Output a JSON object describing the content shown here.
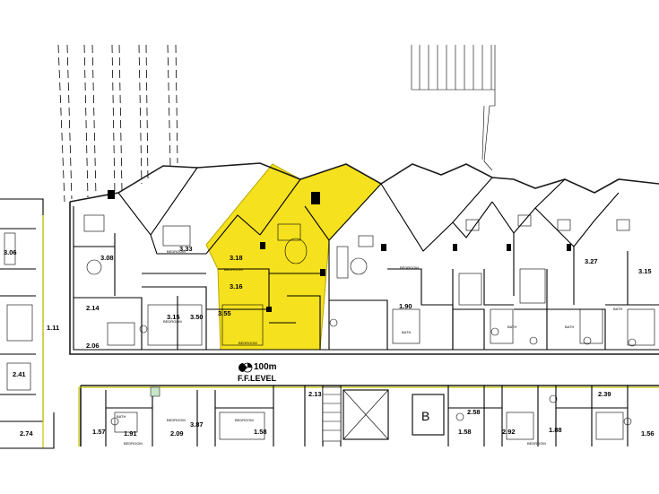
{
  "level": {
    "elevation": "100m",
    "name": "F.F.LEVEL"
  },
  "core_label": "B",
  "highlight_color": "#f5e11d",
  "dimensions_upper": [
    "3.06",
    "3.33",
    "3.08",
    "3.18",
    "3.16",
    "3.55",
    "2.14",
    "3.15",
    "3.50",
    "2.06",
    "1.90",
    "3.27",
    "3.15",
    "2.41",
    "1.11"
  ],
  "dimensions_lower": [
    "2.13",
    "1.91",
    "2.09",
    "1.57",
    "1.58",
    "3.87",
    "1.58",
    "2.92",
    "1.88",
    "2.58",
    "2.39",
    "1.56",
    "2.74"
  ],
  "room_labels_upper": [
    "BEDROOM",
    "BEDROOM",
    "BEDROOM",
    "BEDROOM",
    "BEDROOM",
    "BATH",
    "BATH",
    "BATH",
    "BATH"
  ],
  "room_labels_lower": [
    "BATH",
    "BEDROOM",
    "BEDROOM",
    "BEDROOM",
    "BEDROOM"
  ]
}
